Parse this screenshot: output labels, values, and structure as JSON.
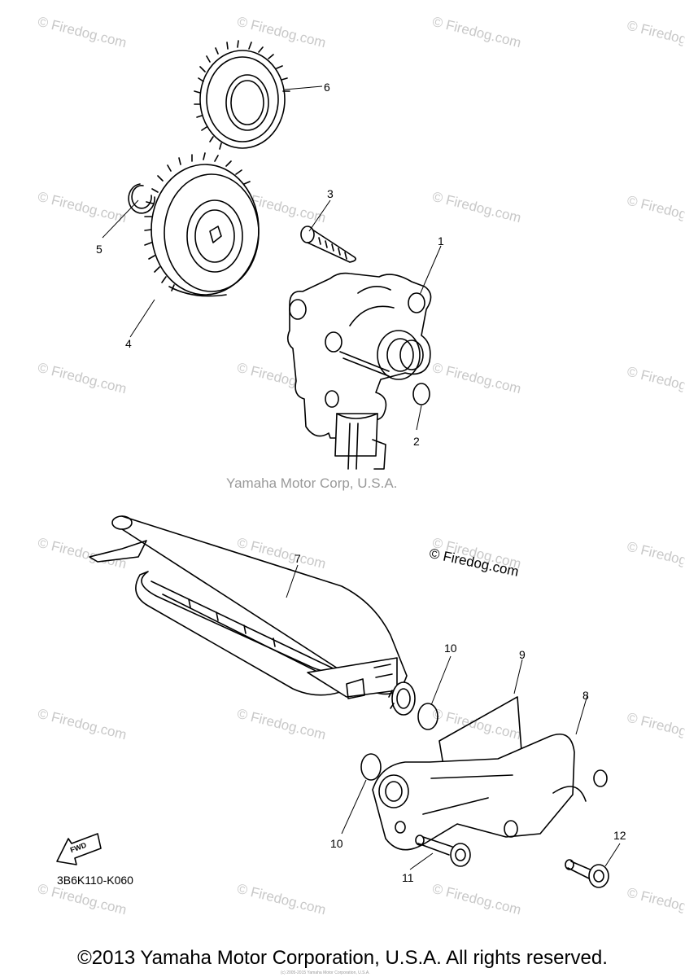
{
  "watermark": {
    "text": "© Firedog.com"
  },
  "callouts": {
    "c1": "1",
    "c2": "2",
    "c3": "3",
    "c4": "4",
    "c5": "5",
    "c6": "6",
    "c7": "7",
    "c8": "8",
    "c9": "9",
    "c10a": "10",
    "c10b": "10",
    "c11": "11",
    "c12": "12"
  },
  "sub_credit": "Yamaha Motor Corp, U.S.A.",
  "firedog_mark": "© Firedog.com",
  "fwd_label": "FWD",
  "diagram_code": "3B6K110-K060",
  "copyright": "©2013 Yamaha Motor Corporation, U.S.A. All rights reserved.",
  "fine_print": "(c) 2005-2015 Yamaha Motor Corporation, U.S.A."
}
